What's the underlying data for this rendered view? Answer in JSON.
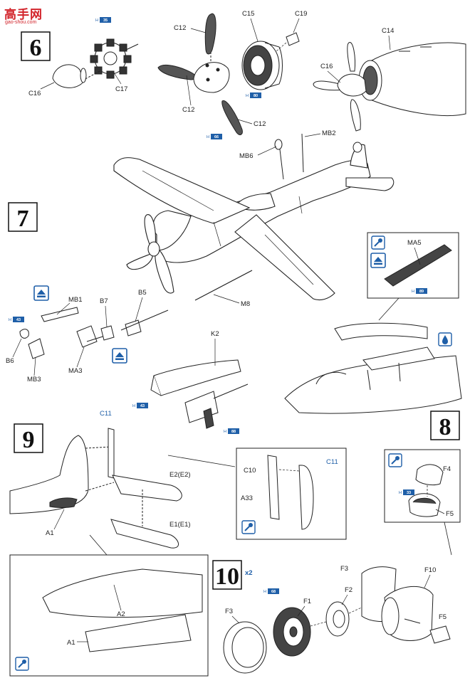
{
  "watermark": {
    "site": "高手网",
    "url": "gao-shou.com"
  },
  "steps": [
    {
      "number": "6"
    },
    {
      "number": "7"
    },
    {
      "number": "8"
    },
    {
      "number": "9"
    },
    {
      "number": "10",
      "multiplier": "x2"
    }
  ],
  "labels": {
    "c12a": "C12",
    "c12b": "C12",
    "c12c": "C12",
    "c15": "C15",
    "c19": "C19",
    "c14": "C14",
    "c16a": "C16",
    "c16b": "C16",
    "c17": "C17",
    "mb2": "MB2",
    "mb6": "MB6",
    "m8": "M8",
    "mb1": "MB1",
    "b7": "B7",
    "b5": "B5",
    "b6": "B6",
    "mb3": "MB3",
    "ma3": "MA3",
    "k2": "K2",
    "ma5": "MA5",
    "c11a": "C11",
    "c11b": "C11",
    "c10": "C10",
    "a33": "A33",
    "e2": "E2(E2)",
    "e1": "E1(E1)",
    "a1a": "A1",
    "a2": "A2",
    "a1b": "A1",
    "f4": "F4",
    "f5a": "F5",
    "f3a": "F3",
    "f10": "F10",
    "f2": "F2",
    "f1": "F1",
    "f3b": "F3",
    "f5b": "F5"
  },
  "color_refs": {
    "r6a": {
      "prefix": "H",
      "chip": "35"
    },
    "r6b": {
      "prefix": "H",
      "chip": "80"
    },
    "r6c": {
      "prefix": "H",
      "chip": "66"
    },
    "r7a": {
      "prefix": "H",
      "chip": "43"
    },
    "r7b": {
      "prefix": "H",
      "chip": "43"
    },
    "r7c": {
      "prefix": "H",
      "chip": "89"
    },
    "r7d": {
      "prefix": "H",
      "chip": "88"
    },
    "r8a": {
      "prefix": "H",
      "chip": "33"
    },
    "r10a": {
      "prefix": "H",
      "chip": "68"
    }
  },
  "colors": {
    "ink": "#222222",
    "accent": "#1f5fa8",
    "logo": "#d2232a"
  }
}
